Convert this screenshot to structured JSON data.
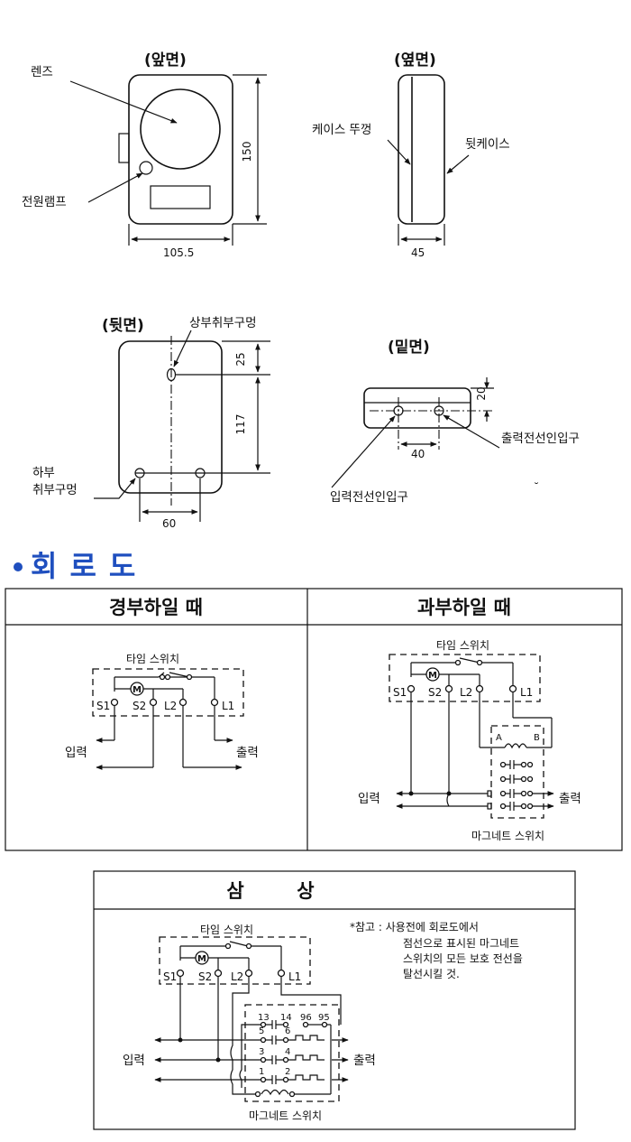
{
  "views": {
    "front": {
      "title": "(앞면)",
      "lens": "렌즈",
      "lamp": "전원램프",
      "height": "150",
      "width": "105.5"
    },
    "side": {
      "title": "(옆면)",
      "cover": "케이스 뚜껑",
      "back_case": "뒷케이스",
      "depth": "45"
    },
    "back": {
      "title": "(뒷면)",
      "upper_hole": "상부취부구멍",
      "lower_hole_1": "하부",
      "lower_hole_2": "취부구멍",
      "dim_top": "25",
      "dim_mid": "117",
      "dim_width": "60"
    },
    "bottom": {
      "title": "(밑면)",
      "output_entry": "출력전선인입구",
      "input_entry": "입력전선인입구",
      "dim_height": "20",
      "dim_width": "40"
    }
  },
  "section_title": "회로도",
  "light": {
    "heading": "경부하일 때",
    "timer": "타임 스위치",
    "motor": "M",
    "s1": "S1",
    "s2": "S2",
    "l2": "L2",
    "l1": "L1",
    "input": "입력",
    "output": "출력"
  },
  "heavy": {
    "heading": "과부하일 때",
    "timer": "타임 스위치",
    "motor": "M",
    "s1": "S1",
    "s2": "S2",
    "l2": "L2",
    "l1": "L1",
    "coil_a": "A",
    "coil_b": "B",
    "input": "입력",
    "output": "출력",
    "magnet": "마그네트 스위치"
  },
  "three_phase": {
    "heading": "삼        상",
    "timer": "타임 스위치",
    "motor": "M",
    "s1": "S1",
    "s2": "S2",
    "l2": "L2",
    "l1": "L1",
    "t13": "13",
    "t14": "14",
    "t96": "96",
    "t95": "95",
    "t5": "5",
    "t6": "6",
    "t3": "3",
    "t4": "4",
    "t1": "1",
    "t2": "2",
    "input": "입력",
    "output": "출력",
    "magnet": "마그네트 스위치",
    "note_1": "*참고 : 사용전에 회로도에서",
    "note_2": "점선으로 표시된 마그네트",
    "note_3": "스위치의 모든 보호 전선을",
    "note_4": "탈선시킬 것."
  }
}
